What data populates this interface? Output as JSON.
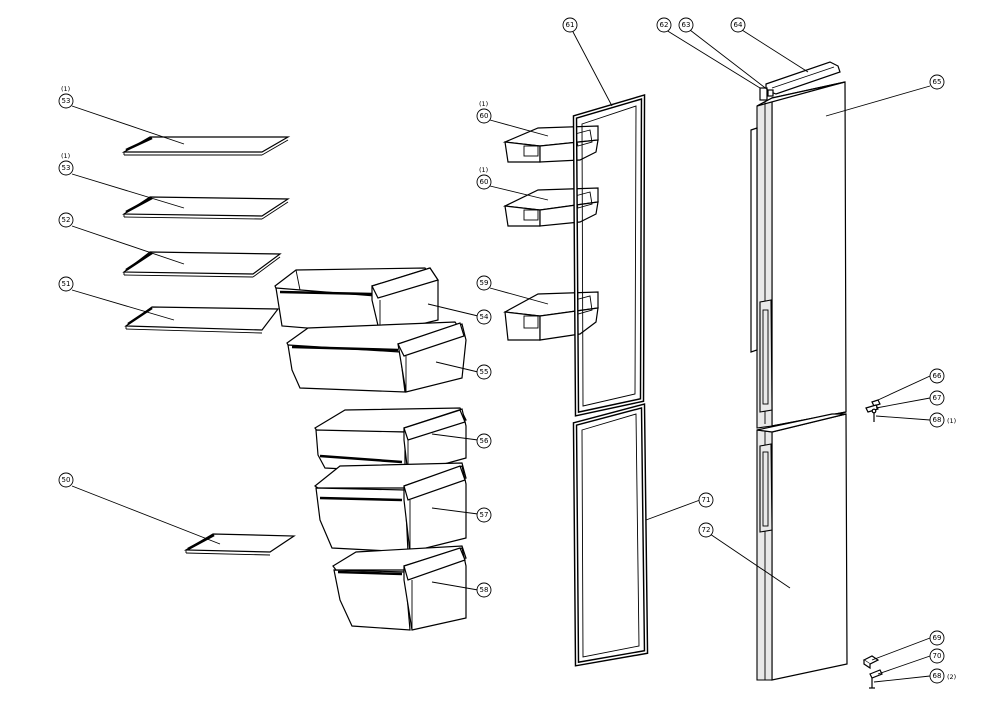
{
  "callouts": {
    "c53a": "53",
    "c53b": "53",
    "c52": "52",
    "c51": "51",
    "c50": "50",
    "c54": "54",
    "c55": "55",
    "c56": "56",
    "c57": "57",
    "c58": "58",
    "c60a": "60",
    "c60b": "60",
    "c59": "59",
    "c61": "61",
    "c62": "62",
    "c63": "63",
    "c64": "64",
    "c65": "65",
    "c66": "66",
    "c67": "67",
    "c68a": "68",
    "c71": "71",
    "c72": "72",
    "c69": "69",
    "c70": "70",
    "c68b": "68"
  },
  "notes": {
    "n53a": "(1)",
    "n53b": "(1)",
    "n60a": "(1)",
    "n60b": "(1)",
    "n68a": "(1)",
    "n68b": "(2)"
  }
}
